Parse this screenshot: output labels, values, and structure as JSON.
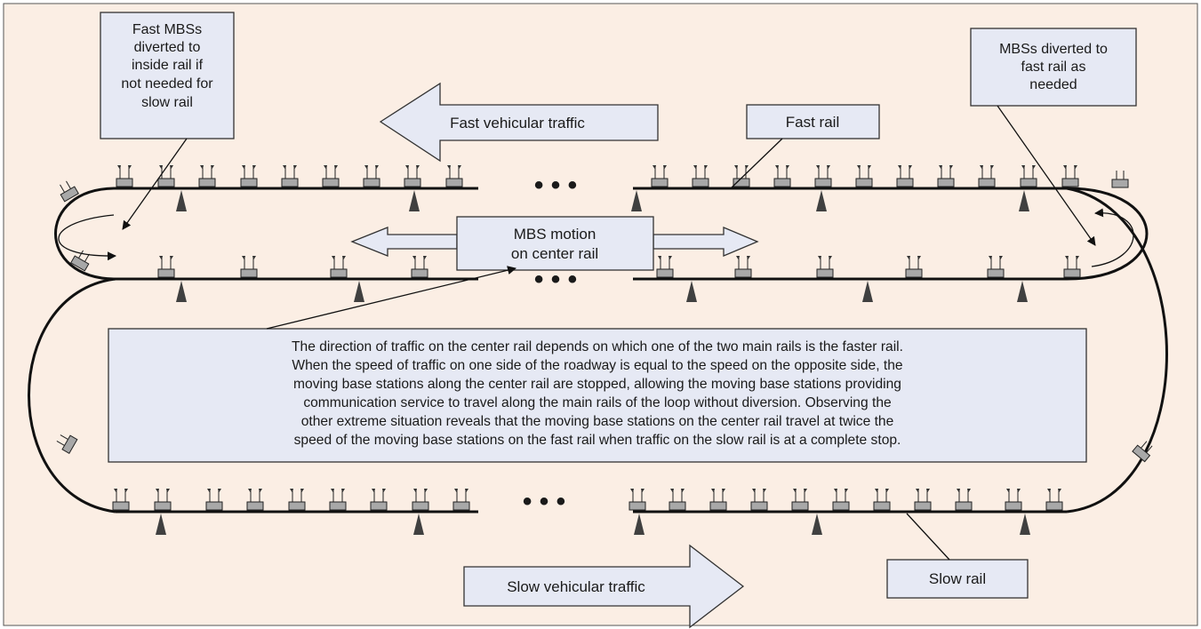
{
  "labels": {
    "fast_mbs_callout": [
      "Fast MBSs",
      "diverted to",
      "inside rail if",
      "not needed for",
      "slow rail"
    ],
    "fast_traffic": "Fast vehicular traffic",
    "fast_rail": "Fast rail",
    "mbs_diverted_callout": [
      "MBSs diverted to",
      "fast rail as",
      "needed"
    ],
    "mbs_motion": [
      "MBS motion",
      "on center rail"
    ],
    "explanation": [
      "The direction of traffic on the center rail depends on which one of the two main rails is the faster rail.",
      "When the speed of traffic on one side of the roadway is equal to the speed on the opposite side, the",
      "moving base stations along the center rail are stopped, allowing the moving base stations providing",
      "communication service to travel along the main rails of the loop without diversion. Observing the",
      "other extreme situation reveals that the moving base stations on the center rail travel at twice the",
      "speed of the moving base stations on the fast rail when traffic on the slow rail is at a complete stop."
    ],
    "slow_traffic": "Slow vehicular traffic",
    "slow_rail": "Slow rail",
    "ellipsis": "• • •"
  },
  "colors": {
    "background": "#fbeee4",
    "callout_fill": "#e6e9f4",
    "station_fill": "#a8a8a8",
    "support_fill": "#404040"
  }
}
